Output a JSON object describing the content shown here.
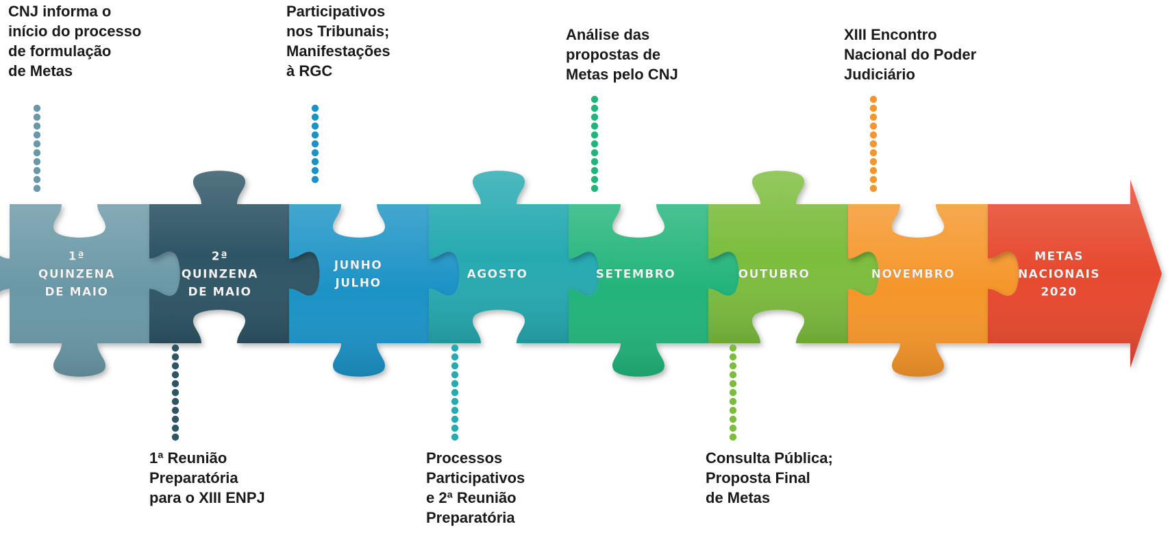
{
  "timeline": {
    "stages": [
      {
        "lines": [
          "1ª",
          "QUINZENA",
          "DE MAIO"
        ],
        "color": "#6b98a6"
      },
      {
        "lines": [
          "2ª",
          "QUINZENA",
          "DE MAIO"
        ],
        "color": "#2f5565"
      },
      {
        "lines": [
          "JUNHO",
          "JULHO"
        ],
        "color": "#1b93c6"
      },
      {
        "lines": [
          "AGOSTO"
        ],
        "color": "#27aab0"
      },
      {
        "lines": [
          "SETEMBRO"
        ],
        "color": "#22b47a"
      },
      {
        "lines": [
          "OUTUBRO"
        ],
        "color": "#7cbd3d"
      },
      {
        "lines": [
          "NOVEMBRO"
        ],
        "color": "#f5962c"
      },
      {
        "lines": [
          "METAS",
          "NACIONAIS",
          "2020"
        ],
        "color": "#e64a2e"
      }
    ],
    "notes_above": [
      {
        "lines": [
          "CNJ informa o",
          "início do processo",
          "de formulação",
          "de Metas"
        ],
        "color": "#6b98a6"
      },
      {
        "lines": [
          "Participativos",
          "nos Tribunais;",
          "Manifestações",
          "à RGC"
        ],
        "color": "#1b93c6"
      },
      {
        "lines": [
          "Análise das",
          "propostas de",
          "Metas pelo CNJ"
        ],
        "color": "#22b47a"
      },
      {
        "lines": [
          "XIII Encontro",
          "Nacional do Poder",
          "Judiciário"
        ],
        "color": "#f5962c"
      }
    ],
    "notes_below": [
      {
        "lines": [
          "1ª Reunião",
          "Preparatória",
          "para o XIII ENPJ"
        ],
        "color": "#2f5565"
      },
      {
        "lines": [
          "Processos",
          "Participativos",
          "e 2ª Reunião",
          "Preparatória"
        ],
        "color": "#27aab0"
      },
      {
        "lines": [
          "Consulta Pública;",
          "Proposta Final",
          "de Metas"
        ],
        "color": "#7cbd3d"
      }
    ]
  }
}
